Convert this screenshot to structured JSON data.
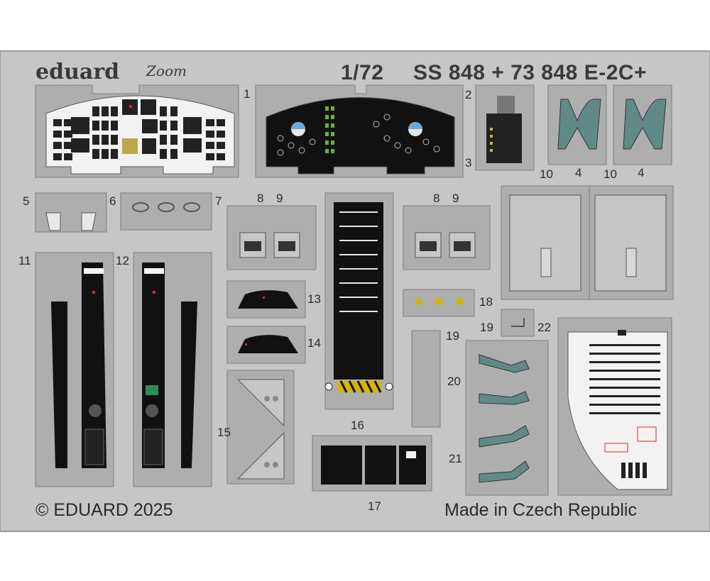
{
  "header": {
    "brand": "eduard",
    "brand_mark": "Zoom",
    "scale": "1/72",
    "product": "SS 848 + 73 848 E-2C+"
  },
  "footer": {
    "copyright": "© EDUARD 2025",
    "origin": "Made in Czech Republic"
  },
  "part_numbers": {
    "p1": "1",
    "p2": "2",
    "p3": "3",
    "p4a": "4",
    "p4b": "4",
    "p5": "5",
    "p6": "6",
    "p7": "7",
    "p8a": "8",
    "p9a": "9",
    "p8b": "8",
    "p9b": "9",
    "p10a": "10",
    "p10b": "10",
    "p11": "11",
    "p12": "12",
    "p13": "13",
    "p14": "14",
    "p15": "15",
    "p16": "16",
    "p17": "17",
    "p18": "18",
    "p19a": "19",
    "p19b": "19",
    "p20": "20",
    "p21": "21",
    "p22": "22"
  },
  "colors": {
    "fret": "#c6c6c6",
    "fret_edge": "#9a9a9a",
    "part": "#aeaeae",
    "part_edge": "#7e7e7e",
    "panel_black": "#111111",
    "panel_white": "#f2f2f2",
    "seat_green": "#5f8a87",
    "hazard_yellow": "#d6b400",
    "marker_red": "#d22a2a"
  }
}
